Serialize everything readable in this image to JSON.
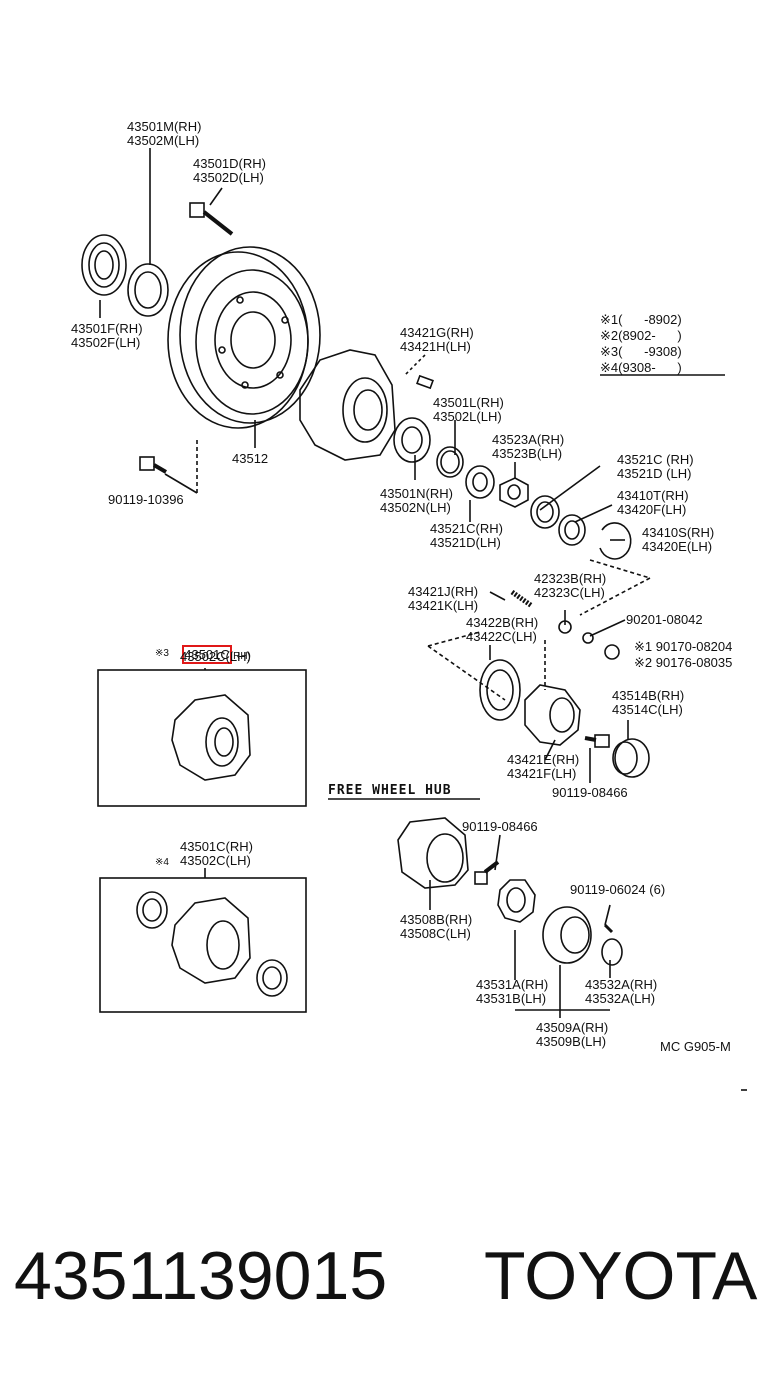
{
  "labels": {
    "p43501M": "43501M(RH)",
    "p43502M": "43502M(LH)",
    "p43501D": "43501D(RH)",
    "p43502D": "43502D(LH)",
    "p43501F": "43501F(RH)",
    "p43502F": "43502F(LH)",
    "p43512": "43512",
    "p90119_10396": "90119-10396",
    "p43421G": "43421G(RH)",
    "p43421H": "43421H(LH)",
    "p43501L": "43501L(RH)",
    "p43502L": "43502L(LH)",
    "p43523A": "43523A(RH)",
    "p43523B": "43523B(LH)",
    "p43501N": "43501N(RH)",
    "p43502N": "43502N(LH)",
    "p43521C_r": "43521C (RH)",
    "p43521D_r": "43521D (LH)",
    "p43410T": "43410T(RH)",
    "p43420F": "43420F(LH)",
    "p43521C": "43521C(RH)",
    "p43521D": "43521D(LH)",
    "p43410S": "43410S(RH)",
    "p43420E": "43420E(LH)",
    "p42323B": "42323B(RH)",
    "p42323C": "42323C(LH)",
    "p43421J": "43421J(RH)",
    "p43421K": "43421K(LH)",
    "p90201": "90201-08042",
    "p43422B": "43422B(RH)",
    "p43422C": "43422C(LH)",
    "p90170": "※1 90170-08204",
    "p90176": "※2 90176-08035",
    "p43501C_a": "43501C",
    "p43501C_a_suf": "(RH)",
    "p43502C_a": "43502C(LH)",
    "mark3": "※3",
    "p43514B": "43514B(RH)",
    "p43514C": "43514C(LH)",
    "p43421E": "43421E(RH)",
    "p43421F": "43421F(LH)",
    "p90119_08466_a": "90119-08466",
    "p90119_08466_b": "90119-08466",
    "p43501C_b": "43501C(RH)",
    "p43502C_b": "43502C(LH)",
    "mark4": "※4",
    "p43508B": "43508B(RH)",
    "p43508C": "43508C(LH)",
    "p90119_06024": "90119-06024 (6)",
    "p43531A": "43531A(RH)",
    "p43531B": "43531B(LH)",
    "p43532A_r": "43532A(RH)",
    "p43532A_l": "43532A(LH)",
    "p43509A": "43509A(RH)",
    "p43509B": "43509B(LH)",
    "code": "MC G905-M"
  },
  "legend": [
    "※1(      -8902)",
    "※2(8902-      )",
    "※3(      -9308)",
    "※4(9308-      )"
  ],
  "free_wheel_hub": "FREE WHEEL HUB",
  "part_number": "4351139015",
  "brand": "TOYOTA",
  "highlight_color": "#e01818"
}
